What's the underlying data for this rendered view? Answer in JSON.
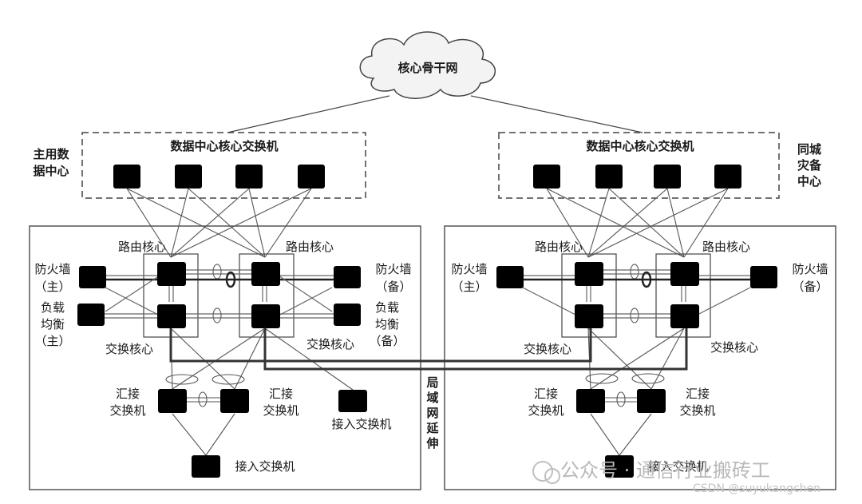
{
  "cloud_label": "核心骨干网",
  "left_site": {
    "site_label": [
      "主用数",
      "据中心"
    ],
    "core_title": "数据中心核心交换机",
    "routing_core": "路由核心",
    "switching_core": "交换核心",
    "firewall_primary": [
      "防火墙",
      "（主）"
    ],
    "firewall_backup": [
      "防火墙",
      "（备）"
    ],
    "lb_primary": [
      "负载",
      "均衡",
      "（主）"
    ],
    "aggregation": [
      "汇接",
      "交换机"
    ],
    "access": "接入交换机"
  },
  "right_site": {
    "site_label": [
      "同城",
      "灾备",
      "中心"
    ],
    "core_title": "数据中心核心交换机",
    "routing_core": "路由核心",
    "switching_core": "交换核心",
    "firewall_primary": [
      "防火墙",
      "（主）"
    ],
    "firewall_backup": [
      "防火墙",
      "（备）"
    ],
    "aggregation": [
      "汇接",
      "交换机"
    ],
    "access": "接入交换机"
  },
  "lan_extension": [
    "局",
    "域",
    "网",
    "延",
    "伸"
  ],
  "lb_backup": [
    "负载",
    "均衡",
    "（备）"
  ],
  "watermark": {
    "wechat": "公众号 · 通信行业搬砖工",
    "csdn": "CSDN @suyukangchen"
  }
}
